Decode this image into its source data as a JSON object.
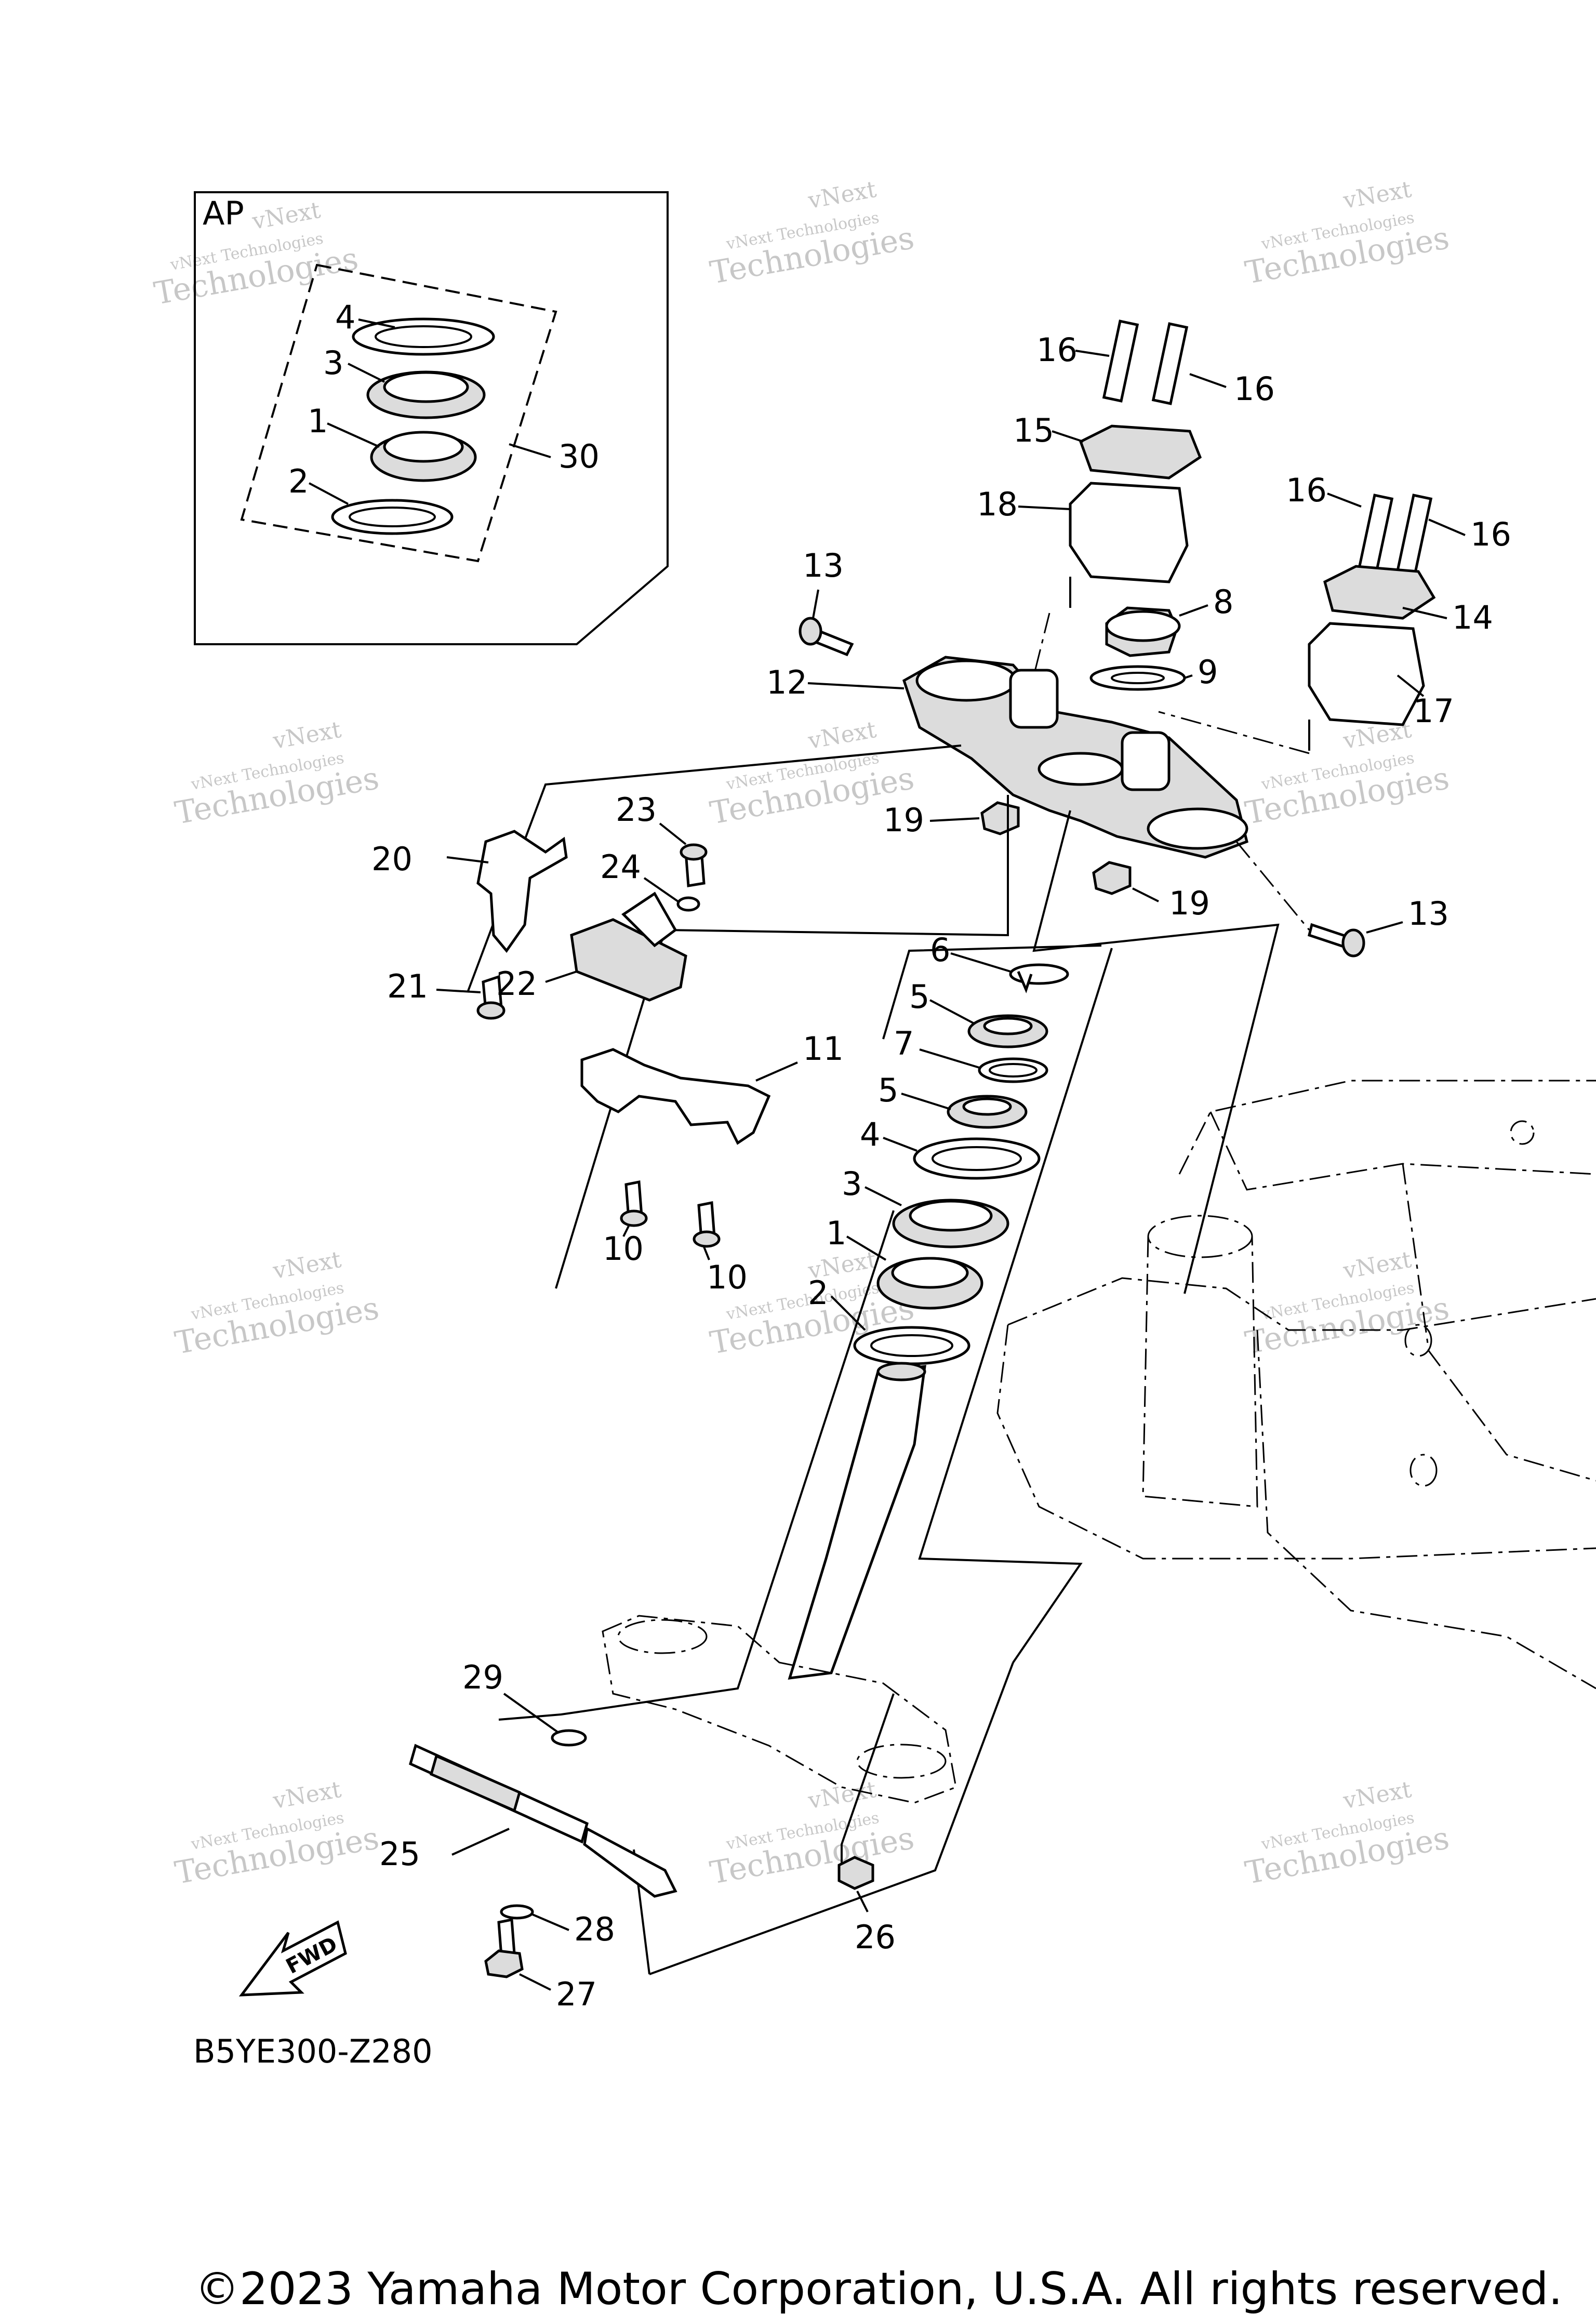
{
  "inset": {
    "title": "AP"
  },
  "labels": {
    "p1": "1",
    "p2": "2",
    "p3": "3",
    "p4": "4",
    "p5": "5",
    "p6": "6",
    "p7": "7",
    "p8": "8",
    "p9": "9",
    "p10": "10",
    "p11": "11",
    "p12": "12",
    "p13": "13",
    "p14": "14",
    "p15": "15",
    "p16": "16",
    "p17": "17",
    "p18": "18",
    "p19": "19",
    "p20": "20",
    "p21": "21",
    "p22": "22",
    "p23": "23",
    "p24": "24",
    "p25": "25",
    "p26": "26",
    "p27": "27",
    "p28": "28",
    "p29": "29",
    "p30": "30"
  },
  "fwd_text": "FWD",
  "diagram_code": "B5YE300-Z280",
  "watermark": {
    "line1": "vNext Technologies",
    "line2": "Technologies",
    "line3": "vNext"
  },
  "footer": "©2023 Yamaha Motor Corporation, U.S.A. All rights reserved."
}
